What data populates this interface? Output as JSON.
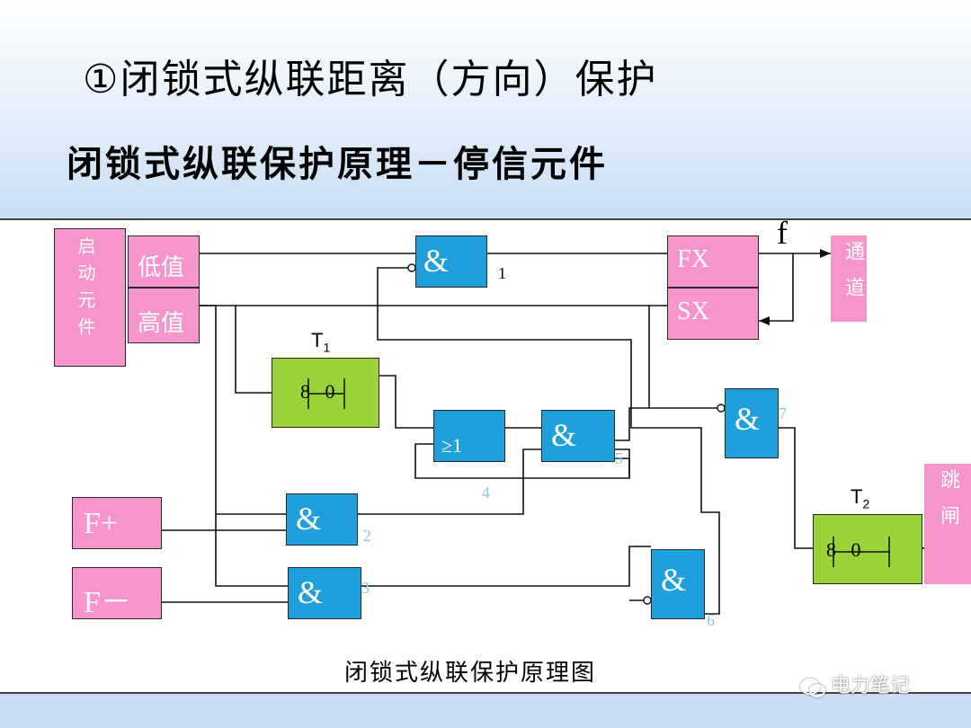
{
  "title": "①闭锁式纵联距离（方向）保护",
  "subtitle": "闭锁式纵联保护原理－停信元件",
  "caption": "闭锁式纵联保护原理图",
  "watermark": "电力笔记",
  "blocks": {
    "start_element": "启动元件",
    "low_value": "低值",
    "high_value": "高值",
    "fx": "FX",
    "sx": "SX",
    "channel": "通道",
    "trip": "跳闸",
    "f_plus": "F+",
    "f_minus": "F－",
    "and_symbol": "&",
    "or_symbol": "≥1",
    "t1_label": "T",
    "t1_sub": "1",
    "t2_label": "T",
    "t2_sub": "2",
    "t1_timer": "8   0",
    "t2_timer": "8   0",
    "f_label": "f"
  },
  "gate_numbers": [
    "1",
    "2",
    "3",
    "4",
    "5",
    "6",
    "7"
  ]
}
